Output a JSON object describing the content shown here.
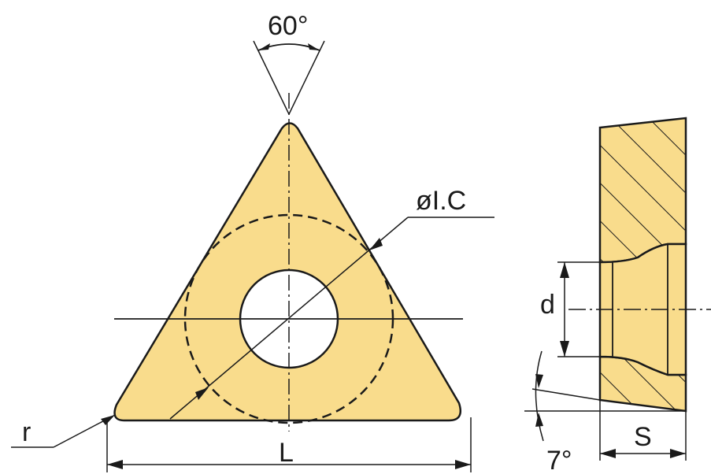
{
  "labels": {
    "angle": "60°",
    "inscribed_circle": "øI.C",
    "corner_radius": "r",
    "edge_length": "L",
    "hole_diameter": "d",
    "thickness": "S",
    "clearance_angle": "7°"
  },
  "colors": {
    "insert_fill": "#f9dc8c",
    "outline": "#1a1a1a",
    "hole_fill": "#ffffff",
    "background": "#ffffff"
  }
}
